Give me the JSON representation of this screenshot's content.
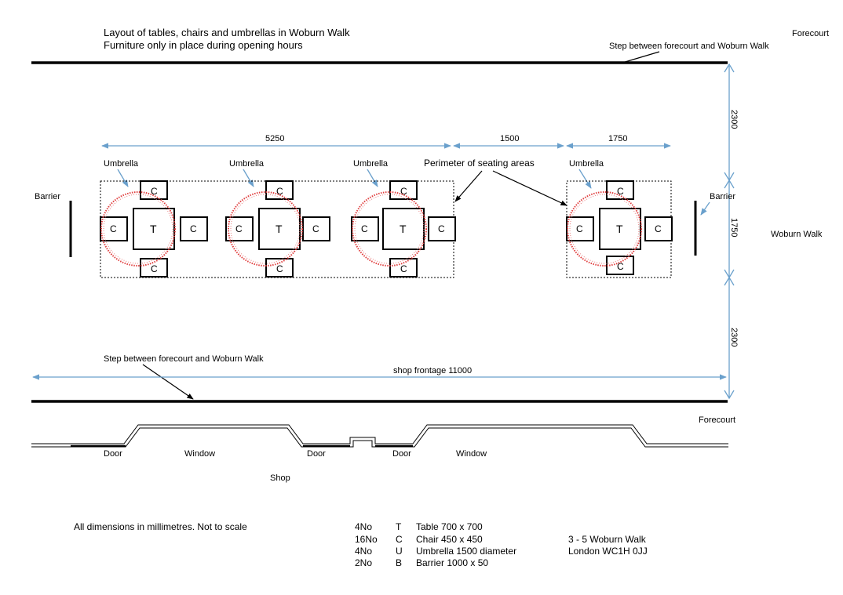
{
  "title": {
    "line1": "Layout of tables, chairs and umbrellas in Woburn Walk",
    "line2": "Furniture only in place during opening hours"
  },
  "labels": {
    "forecourt_top": "Forecourt",
    "step_top": "Step between forecourt and Woburn Walk",
    "step_bottom": "Step between forecourt and Woburn Walk",
    "forecourt_bottom": "Forecourt",
    "woburn_walk": "Woburn Walk",
    "perimeter": "Perimeter of seating areas",
    "barrier": "Barrier",
    "umbrella": "Umbrella",
    "table_letter": "T",
    "chair_letter": "C",
    "door": "Door",
    "window": "Window",
    "shop": "Shop"
  },
  "dimensions": {
    "width_5250": "5250",
    "width_1500": "1500",
    "width_1750": "1750",
    "height_2300_top": "2300",
    "height_1750": "1750",
    "height_2300_bottom": "2300",
    "frontage": "shop frontage 11000"
  },
  "notes": {
    "units": "All dimensions in millimetres. Not to scale"
  },
  "legend": [
    {
      "qty": "4No",
      "code": "T",
      "desc": "Table 700 x 700"
    },
    {
      "qty": "16No",
      "code": "C",
      "desc": "Chair 450 x 450"
    },
    {
      "qty": "4No",
      "code": "U",
      "desc": "Umbrella 1500 diameter"
    },
    {
      "qty": "2No",
      "code": "B",
      "desc": "Barrier 1000 x 50"
    }
  ],
  "address": {
    "line1": "3 - 5 Woburn Walk",
    "line2": "London WC1H 0JJ"
  },
  "colors": {
    "dimension_line": "#6aa0cc",
    "umbrella": "#e04040"
  }
}
